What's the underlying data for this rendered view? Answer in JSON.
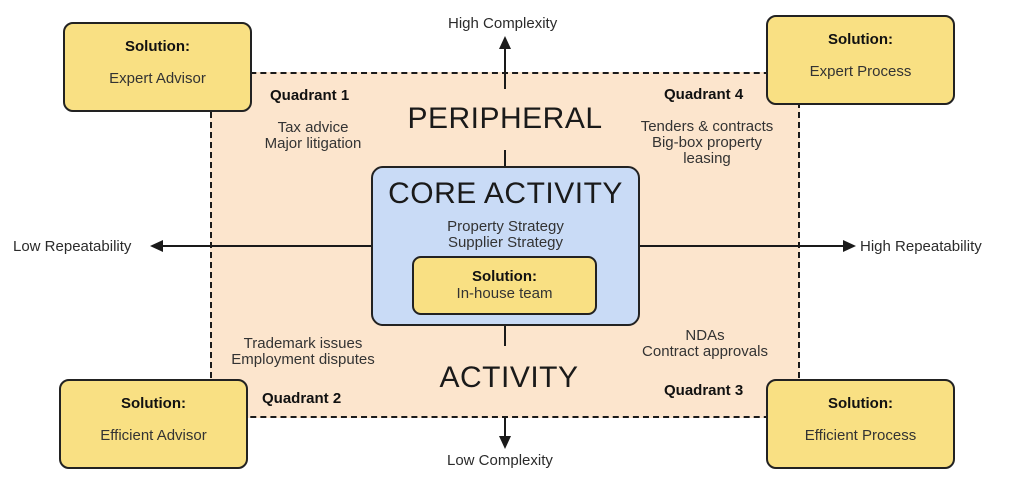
{
  "diagram": {
    "axes": {
      "top_label": "High Complexity",
      "bottom_label": "Low Complexity",
      "left_label": "Low Repeatability",
      "right_label": "High Repeatability"
    },
    "region_titles": {
      "top": "PERIPHERAL",
      "bottom": "ACTIVITY"
    },
    "core": {
      "title": "CORE ACTIVITY",
      "items": [
        "Property Strategy",
        "Supplier Strategy"
      ],
      "solution_label": "Solution:",
      "solution_value": "In-house team"
    },
    "quadrants": [
      {
        "label": "Quadrant 1",
        "items": [
          "Tax advice",
          "Major litigation"
        ]
      },
      {
        "label": "Quadrant 2",
        "items": [
          "Trademark issues",
          "Employment disputes"
        ]
      },
      {
        "label": "Quadrant 3",
        "items": [
          "NDAs",
          "Contract approvals"
        ]
      },
      {
        "label": "Quadrant 4",
        "items": [
          "Tenders & contracts",
          "Big-box property leasing"
        ]
      }
    ],
    "solutions": [
      {
        "position": "top-left",
        "label": "Solution:",
        "value": "Expert Advisor"
      },
      {
        "position": "top-right",
        "label": "Solution:",
        "value": "Expert Process"
      },
      {
        "position": "bottom-left",
        "label": "Solution:",
        "value": "Efficient Advisor"
      },
      {
        "position": "bottom-right",
        "label": "Solution:",
        "value": "Efficient Process"
      }
    ],
    "colors": {
      "quadrant_fill": "#fce5cd",
      "core_fill": "#c9dbf6",
      "solution_fill": "#f9e083",
      "line": "#1a1a1a"
    }
  }
}
